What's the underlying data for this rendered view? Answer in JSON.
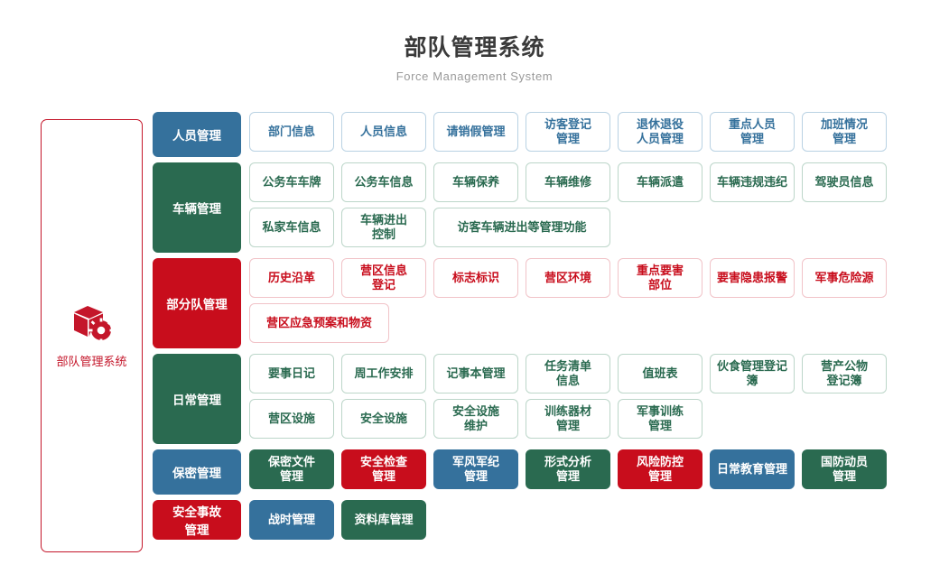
{
  "header": {
    "title": "部队管理系统",
    "subtitle": "Force Management System"
  },
  "sidebar": {
    "logo_icon": "cube-gear-icon",
    "label": "部队管理系统",
    "accent_color": "#c4162a"
  },
  "colors": {
    "blue": "#35719c",
    "green": "#2a6a50",
    "red": "#c80d1c",
    "blue_outline_border": "#b9d2e3",
    "green_outline_border": "#bcd6c9",
    "red_outline_border": "#f1c3c8",
    "title_text": "#3a3a3a",
    "subtitle_text": "#9a9a9a",
    "page_background": "#ffffff"
  },
  "sections": [
    {
      "head": "人员管理",
      "theme": "blue",
      "items": [
        {
          "label": "部门信息",
          "style": "outline-blue",
          "span": "span1"
        },
        {
          "label": "人员信息",
          "style": "outline-blue",
          "span": "span1"
        },
        {
          "label": "请销假管理",
          "style": "outline-blue",
          "span": "span1"
        },
        {
          "label": "访客登记\n管理",
          "style": "outline-blue",
          "span": "span1"
        },
        {
          "label": "退休退役\n人员管理",
          "style": "outline-blue",
          "span": "span1"
        },
        {
          "label": "重点人员\n管理",
          "style": "outline-blue",
          "span": "span1"
        },
        {
          "label": "加班情况\n管理",
          "style": "outline-blue",
          "span": "span1"
        }
      ]
    },
    {
      "head": "车辆管理",
      "theme": "green",
      "items": [
        {
          "label": "公务车车牌",
          "style": "outline-green",
          "span": "span1"
        },
        {
          "label": "公务车信息",
          "style": "outline-green",
          "span": "span1"
        },
        {
          "label": "车辆保养",
          "style": "outline-green",
          "span": "span1"
        },
        {
          "label": "车辆维修",
          "style": "outline-green",
          "span": "span1"
        },
        {
          "label": "车辆派遣",
          "style": "outline-green",
          "span": "span1"
        },
        {
          "label": "车辆违规违纪",
          "style": "outline-green",
          "span": "span1"
        },
        {
          "label": "驾驶员信息",
          "style": "outline-green",
          "span": "span1"
        },
        {
          "label": "私家车信息",
          "style": "outline-green",
          "span": "span1"
        },
        {
          "label": "车辆进出\n控制",
          "style": "outline-green",
          "span": "span1"
        },
        {
          "label": "访客车辆进出等管理功能",
          "style": "outline-green",
          "span": "span2"
        }
      ]
    },
    {
      "head": "部分队管理",
      "theme": "red",
      "items": [
        {
          "label": "历史沿革",
          "style": "outline-red",
          "span": "span1"
        },
        {
          "label": "营区信息\n登记",
          "style": "outline-red",
          "span": "span1"
        },
        {
          "label": "标志标识",
          "style": "outline-red",
          "span": "span1"
        },
        {
          "label": "营区环境",
          "style": "outline-red",
          "span": "span1"
        },
        {
          "label": "重点要害\n部位",
          "style": "outline-red",
          "span": "span1"
        },
        {
          "label": "要害隐患报警",
          "style": "outline-red",
          "span": "span1"
        },
        {
          "label": "军事危险源",
          "style": "outline-red",
          "span": "span1"
        },
        {
          "label": "营区应急预案和物资",
          "style": "outline-red",
          "span": "span1-6"
        }
      ]
    },
    {
      "head": "日常管理",
      "theme": "green",
      "items": [
        {
          "label": "要事日记",
          "style": "outline-green",
          "span": "span1"
        },
        {
          "label": "周工作安排",
          "style": "outline-green",
          "span": "span1"
        },
        {
          "label": "记事本管理",
          "style": "outline-green",
          "span": "span1"
        },
        {
          "label": "任务清单\n信息",
          "style": "outline-green",
          "span": "span1"
        },
        {
          "label": "值班表",
          "style": "outline-green",
          "span": "span1"
        },
        {
          "label": "伙食管理登记簿",
          "style": "outline-green",
          "span": "span1"
        },
        {
          "label": "营产公物\n登记簿",
          "style": "outline-green",
          "span": "span1"
        },
        {
          "label": "营区设施",
          "style": "outline-green",
          "span": "span1"
        },
        {
          "label": "安全设施",
          "style": "outline-green",
          "span": "span1"
        },
        {
          "label": "安全设施\n维护",
          "style": "outline-green",
          "span": "span1"
        },
        {
          "label": "训练器材\n管理",
          "style": "outline-green",
          "span": "span1"
        },
        {
          "label": "军事训练\n管理",
          "style": "outline-green",
          "span": "span1"
        }
      ]
    },
    {
      "head": "保密管理",
      "theme": "blue",
      "items": [
        {
          "label": "保密文件\n管理",
          "style": "solid-green",
          "span": "span1"
        },
        {
          "label": "安全检查\n管理",
          "style": "solid-red",
          "span": "span1"
        },
        {
          "label": "军风军纪\n管理",
          "style": "solid-blue",
          "span": "span1"
        },
        {
          "label": "形式分析\n管理",
          "style": "solid-green",
          "span": "span1"
        },
        {
          "label": "风险防控\n管理",
          "style": "solid-red",
          "span": "span1"
        },
        {
          "label": "日常教育管理",
          "style": "solid-blue",
          "span": "span1"
        },
        {
          "label": "国防动员\n管理",
          "style": "solid-green",
          "span": "span1"
        }
      ]
    },
    {
      "head": "安全事故\n管理",
      "theme": "red",
      "head_is_tile": true,
      "items": [
        {
          "label": "战时管理",
          "style": "solid-blue",
          "span": "span1"
        },
        {
          "label": "资料库管理",
          "style": "solid-green",
          "span": "span1"
        }
      ]
    }
  ]
}
